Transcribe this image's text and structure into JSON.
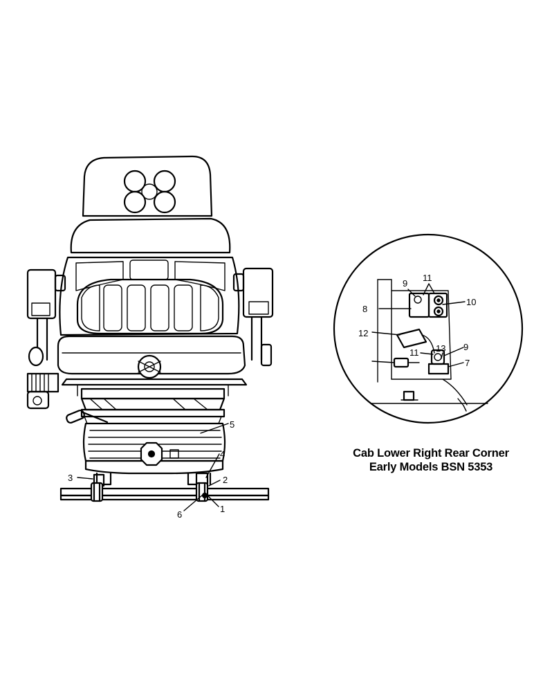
{
  "seat_callouts": {
    "c1": "1",
    "c2": "2",
    "c3": "3",
    "c4": "4",
    "c5": "5",
    "c6": "6"
  },
  "inset_callouts": {
    "c7": "7",
    "c8": "8",
    "c9a": "9",
    "c9b": "9",
    "c10": "10",
    "c11a": "11",
    "c11b": "11",
    "c12": "12",
    "c13": "13"
  },
  "inset_caption": {
    "line1": "Cab Lower Right Rear Corner",
    "line2": "Early Models BSN 5353"
  }
}
